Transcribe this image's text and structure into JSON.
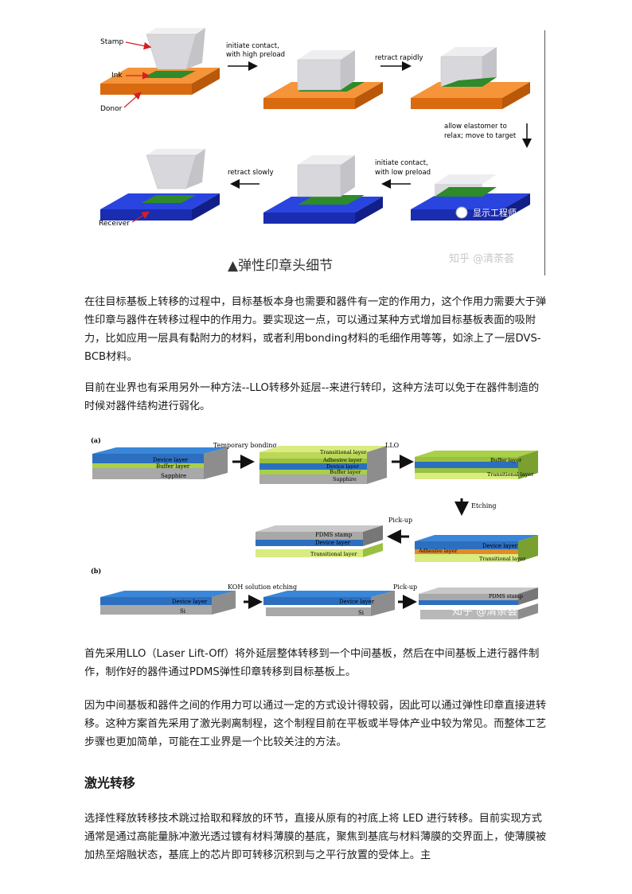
{
  "figure1": {
    "labels": {
      "stamp": "Stamp",
      "ink": "Ink",
      "donor": "Donor",
      "receiver": "Receiver",
      "step1a": "initiate contact,",
      "step1b": "with high preload",
      "step2": "retract rapidly",
      "step3a": "allow elastomer to",
      "step3b": "relax; move to target",
      "step4a": "initiate contact,",
      "step4b": "with low preload",
      "step5": "retract slowly"
    },
    "watermark_account": "显示工程师",
    "caption": "▲弹性印章头细节",
    "watermark": "知乎 @清荼荟",
    "colors": {
      "donor": "#f07c1c",
      "receiver": "#1a32c8",
      "ink": "#2e8a2a",
      "stamp": "#d8d8dc"
    }
  },
  "paragraphs": [
    "在往目标基板上转移的过程中，目标基板本身也需要和器件有一定的作用力，这个作用力需要大于弹性印章与器件在转移过程中的作用力。要实现这一点，可以通过某种方式增加目标基板表面的吸附力，比如应用一层具有黏附力的材料，或者利用bonding材料的毛细作用等等，如涂上了一层DVS-BCB材料。",
    "目前在业界也有采用另外一种方法--LLO转移外延层--来进行转印，这种方法可以免于在器件制造的时候对器件结构进行弱化。",
    "首先采用LLO（Laser Lift-Off）将外延层整体转移到一个中间基板，然后在中间基板上进行器件制作，制作好的器件通过PDMS弹性印章转移到目标基板上。",
    "因为中间基板和器件之间的作用力可以通过一定的方式设计得较弱，因此可以通过弹性印章直接进转移。这种方案首先采用了激光剥离制程，这个制程目前在平板或半导体产业中较为常见。而整体工艺步骤也更加简单，可能在工业界是一个比较关注的方法。"
  ],
  "heading": "激光转移",
  "paragraph_last": "选择性释放转移技术跳过拾取和释放的环节，直接从原有的衬底上将 LED 进行转移。目前实现方式通常是通过高能量脉冲激光透过镀有材料薄膜的基底，聚焦到基底与材料薄膜的交界面上，使薄膜被加热至熔融状态，基底上的芯片即可转移沉积到与之平行放置的受体上。主",
  "figure2": {
    "panel_a": "(a)",
    "panel_b": "(b)",
    "steps": {
      "temporary_bonding": "Temporary bonding",
      "llo": "LLO",
      "etching": "Etching",
      "pickup": "Pick-up",
      "koh": "KOH  solution etching",
      "pickup_b": "Pick-up"
    },
    "layers": {
      "device": "Device layer",
      "buffer": "Buffer layer",
      "sapphire": "Sapphire",
      "transitional": "Transitional layer",
      "adhesive": "Adhesive layer",
      "pdms": "PDMS stamp",
      "si": "Si"
    },
    "watermark": "知乎 @清荼荟"
  }
}
